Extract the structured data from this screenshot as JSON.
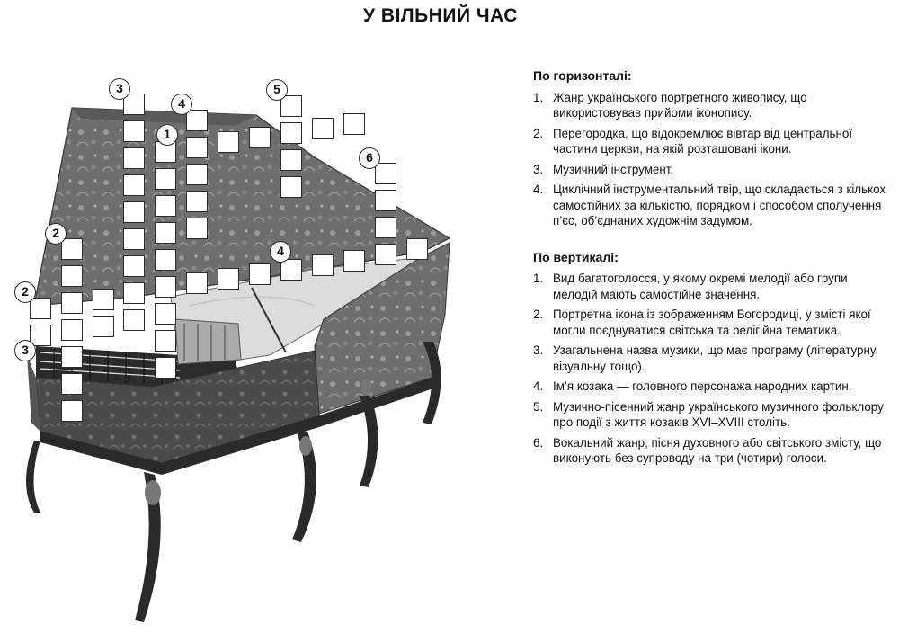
{
  "title": "У ВІЛЬНИЙ ЧАС",
  "horizontal": {
    "heading": "По горизонталі:",
    "clues": [
      {
        "num": "1.",
        "text": "Жанр українського портретного живопису, що використовував прийоми іконопису."
      },
      {
        "num": "2.",
        "text": "Перегородка, що відокремлює вівтар від центральної частини церкви, на якій розташовані ікони."
      },
      {
        "num": "3.",
        "text": "Музичний інструмент."
      },
      {
        "num": "4.",
        "text": "Циклічний інструментальний твір, що складається з кількох самостійних за кількістю, порядком і способом сполучення п’єс, об’єднаних художнім задумом."
      }
    ]
  },
  "vertical": {
    "heading": "По вертикалі:",
    "clues": [
      {
        "num": "1.",
        "text": "Вид багатоголосся, у якому окремі мелодії або групи мелодій мають самостійне значення."
      },
      {
        "num": "2.",
        "text": "Портретна ікона із зображенням Богородиці, у змісті якої могли поєднуватися світська та релігійна тематика."
      },
      {
        "num": "3.",
        "text": "Узагальнена назва музики, що має програму (літературну, візуальну тощо)."
      },
      {
        "num": "4.",
        "text": "Ім’я козака — головного персонажа народних картин."
      },
      {
        "num": "5.",
        "text": "Музично-пісенний жанр українського музичного фольклору про події з життя козаків XVI–XVIII століть."
      },
      {
        "num": "6.",
        "text": "Вокальний жанр, пісня духовного або світського змісту, що виконують без супроводу на три (чотири) голоси."
      }
    ]
  },
  "crossword_numbers": [
    "1",
    "2",
    "2",
    "3",
    "3",
    "4",
    "4",
    "5",
    "6"
  ]
}
